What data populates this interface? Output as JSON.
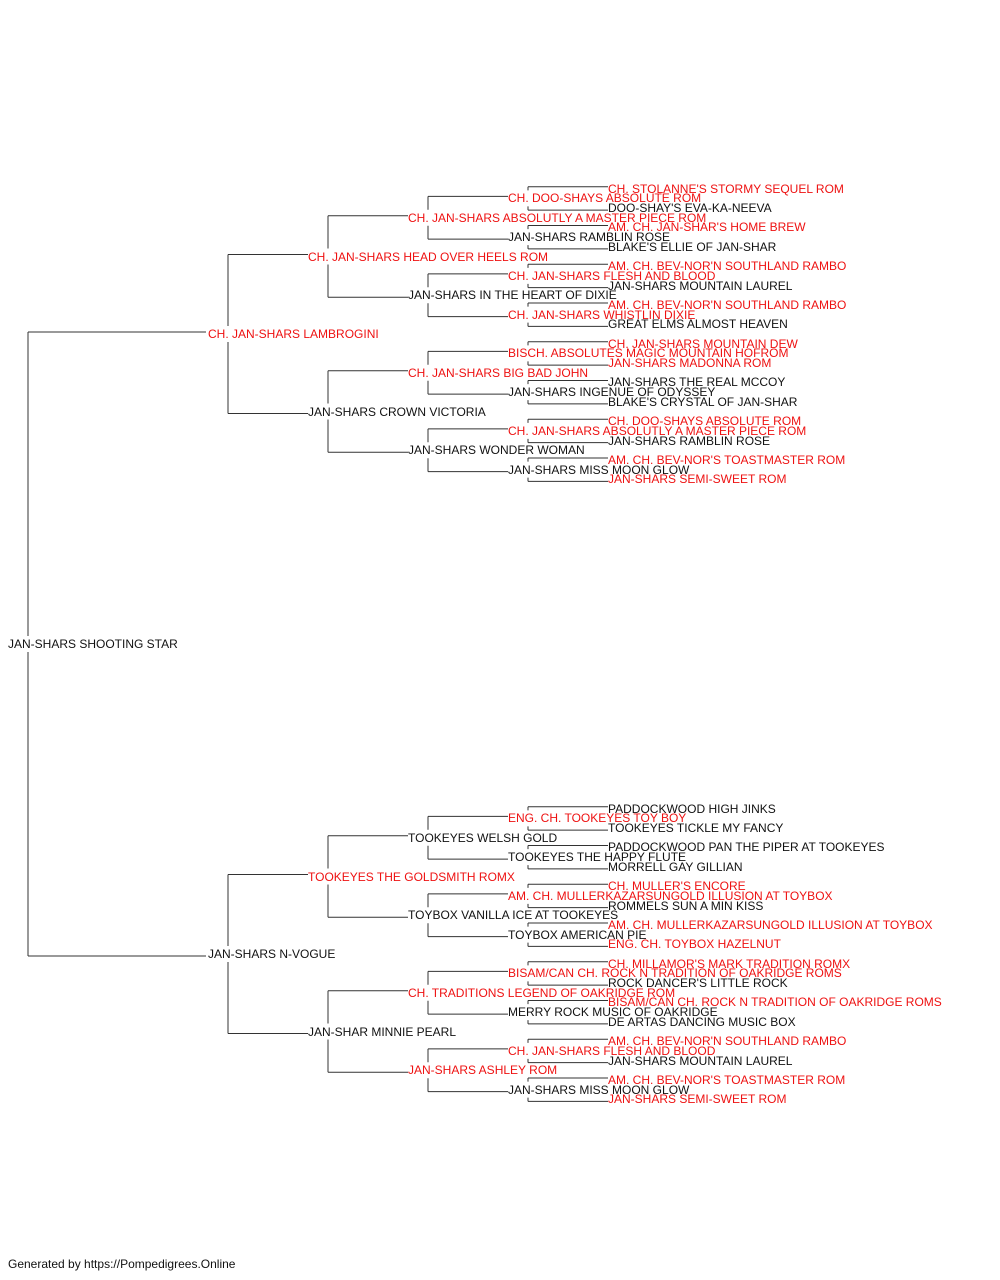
{
  "pedigree": {
    "subject": "JAN-SHARS SHOOTING STAR",
    "title_color": "#ee1111",
    "sire": {
      "name": "CH. JAN-SHARS LAMBROGINI",
      "titled": true,
      "sire": {
        "name": "CH. JAN-SHARS HEAD OVER HEELS ROM",
        "titled": true,
        "sire": {
          "name": "CH. JAN-SHARS ABSOLUTLY A MASTER PIECE ROM",
          "titled": true,
          "sire": {
            "name": "CH. DOO-SHAYS ABSOLUTE ROM",
            "titled": true,
            "sire": {
              "name": "CH. STOLANNE'S STORMY SEQUEL ROM",
              "titled": true
            },
            "dam": {
              "name": "DOO-SHAY'S EVA-KA-NEEVA",
              "titled": false
            }
          },
          "dam": {
            "name": "JAN-SHARS RAMBLIN ROSE",
            "titled": false,
            "sire": {
              "name": "AM. CH. JAN-SHAR'S HOME BREW",
              "titled": true
            },
            "dam": {
              "name": "BLAKE'S ELLIE OF JAN-SHAR",
              "titled": false
            }
          }
        },
        "dam": {
          "name": "JAN-SHARS IN THE HEART OF DIXIE",
          "titled": false,
          "sire": {
            "name": "CH. JAN-SHARS FLESH AND BLOOD",
            "titled": true,
            "sire": {
              "name": "AM. CH. BEV-NOR'N SOUTHLAND RAMBO",
              "titled": true
            },
            "dam": {
              "name": "JAN-SHARS MOUNTAIN LAUREL",
              "titled": false
            }
          },
          "dam": {
            "name": "CH. JAN-SHARS WHISTLIN DIXIE",
            "titled": true,
            "sire": {
              "name": "AM. CH. BEV-NOR'N SOUTHLAND RAMBO",
              "titled": true
            },
            "dam": {
              "name": "GREAT ELMS ALMOST HEAVEN",
              "titled": false
            }
          }
        }
      },
      "dam": {
        "name": "JAN-SHARS CROWN VICTORIA",
        "titled": false,
        "sire": {
          "name": "CH. JAN-SHARS BIG BAD JOHN",
          "titled": true,
          "sire": {
            "name": "BISCH. ABSOLUTES MAGIC MOUNTAIN HOFROM",
            "titled": true,
            "sire": {
              "name": "CH. JAN-SHARS MOUNTAIN DEW",
              "titled": true
            },
            "dam": {
              "name": "JAN-SHARS MADONNA ROM",
              "titled": true
            }
          },
          "dam": {
            "name": "JAN-SHARS INGENUE OF ODYSSEY",
            "titled": false,
            "sire": {
              "name": "JAN-SHARS THE REAL MCCOY",
              "titled": false
            },
            "dam": {
              "name": "BLAKE'S CRYSTAL OF JAN-SHAR",
              "titled": false
            }
          }
        },
        "dam": {
          "name": "JAN-SHARS WONDER WOMAN",
          "titled": false,
          "sire": {
            "name": "CH. JAN-SHARS ABSOLUTLY A MASTER PIECE ROM",
            "titled": true,
            "sire": {
              "name": "CH. DOO-SHAYS ABSOLUTE ROM",
              "titled": true
            },
            "dam": {
              "name": "JAN-SHARS RAMBLIN ROSE",
              "titled": false
            }
          },
          "dam": {
            "name": "JAN-SHARS MISS MOON GLOW",
            "titled": false,
            "sire": {
              "name": "AM. CH. BEV-NOR'S TOASTMASTER ROM",
              "titled": true
            },
            "dam": {
              "name": "JAN-SHARS SEMI-SWEET ROM",
              "titled": true
            }
          }
        }
      }
    },
    "dam": {
      "name": "JAN-SHARS N-VOGUE",
      "titled": false,
      "sire": {
        "name": "TOOKEYES THE GOLDSMITH ROMX",
        "titled": true,
        "sire": {
          "name": "TOOKEYES WELSH GOLD",
          "titled": false,
          "sire": {
            "name": "ENG. CH. TOOKEYES TOY BOY",
            "titled": true,
            "sire": {
              "name": "PADDOCKWOOD HIGH JINKS",
              "titled": false
            },
            "dam": {
              "name": "TOOKEYES TICKLE MY FANCY",
              "titled": false
            }
          },
          "dam": {
            "name": "TOOKEYES THE HAPPY FLUTE",
            "titled": false,
            "sire": {
              "name": "PADDOCKWOOD PAN THE PIPER AT TOOKEYES",
              "titled": false
            },
            "dam": {
              "name": "MORRELL GAY GILLIAN",
              "titled": false
            }
          }
        },
        "dam": {
          "name": "TOYBOX VANILLA ICE AT TOOKEYES",
          "titled": false,
          "sire": {
            "name": "AM. CH. MULLERKAZARSUNGOLD ILLUSION AT TOYBOX",
            "titled": true,
            "sire": {
              "name": "CH. MULLER'S ENCORE",
              "titled": true
            },
            "dam": {
              "name": "ROMMELS SUN A MIN KISS",
              "titled": false
            }
          },
          "dam": {
            "name": "TOYBOX AMERICAN PIE",
            "titled": false,
            "sire": {
              "name": "AM. CH. MULLERKAZARSUNGOLD ILLUSION AT TOYBOX",
              "titled": true
            },
            "dam": {
              "name": "ENG. CH. TOYBOX HAZELNUT",
              "titled": true
            }
          }
        }
      },
      "dam": {
        "name": "JAN-SHAR MINNIE PEARL",
        "titled": false,
        "sire": {
          "name": "CH. TRADITIONS LEGEND OF OAKRIDGE ROM",
          "titled": true,
          "sire": {
            "name": "BISAM/CAN CH. ROCK N TRADITION OF OAKRIDGE ROMS",
            "titled": true,
            "sire": {
              "name": "CH. MILLAMOR'S MARK TRADITION ROMX",
              "titled": true
            },
            "dam": {
              "name": "ROCK DANCER'S LITTLE ROCK",
              "titled": false
            }
          },
          "dam": {
            "name": "MERRY ROCK MUSIC OF OAKRIDGE",
            "titled": false,
            "sire": {
              "name": "BISAM/CAN CH. ROCK N TRADITION OF OAKRIDGE ROMS",
              "titled": true
            },
            "dam": {
              "name": "DE ARTAS DANCING MUSIC BOX",
              "titled": false
            }
          }
        },
        "dam": {
          "name": "JAN-SHARS ASHLEY ROM",
          "titled": true,
          "sire": {
            "name": "CH. JAN-SHARS FLESH AND BLOOD",
            "titled": true,
            "sire": {
              "name": "AM. CH. BEV-NOR'N SOUTHLAND RAMBO",
              "titled": true
            },
            "dam": {
              "name": "JAN-SHARS MOUNTAIN LAUREL",
              "titled": false
            }
          },
          "dam": {
            "name": "JAN-SHARS MISS MOON GLOW",
            "titled": false,
            "sire": {
              "name": "AM. CH. BEV-NOR'S TOASTMASTER ROM",
              "titled": true
            },
            "dam": {
              "name": "JAN-SHARS SEMI-SWEET ROM",
              "titled": true
            }
          }
        }
      }
    }
  },
  "footer": "Generated by https://Pompedigrees.Online"
}
